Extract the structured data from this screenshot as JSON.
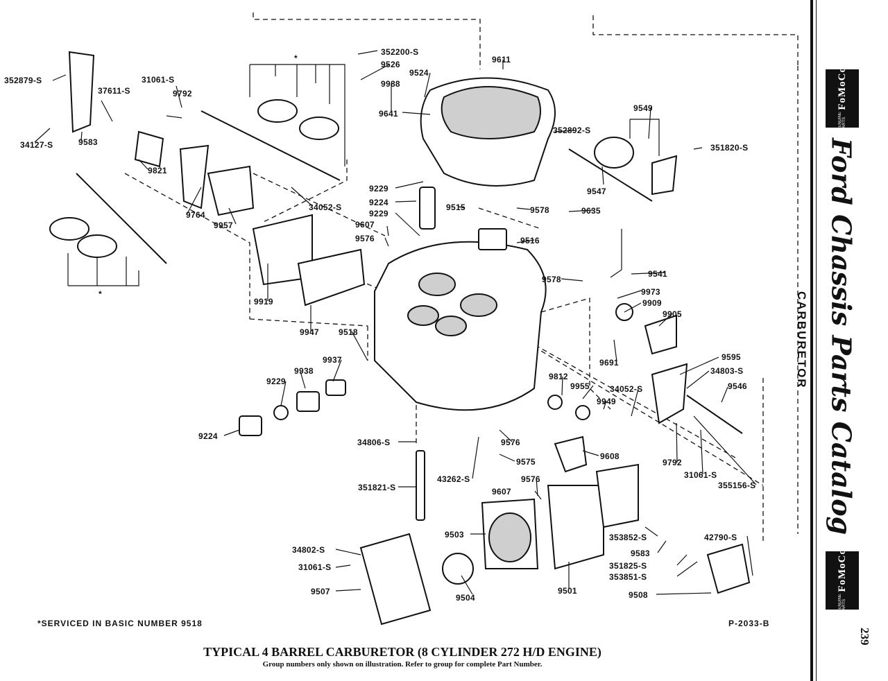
{
  "title": "TYPICAL 4 BARREL CARBURETOR (8 CYLINDER 272 H/D ENGINE)",
  "subtitle": "Group numbers only shown on illustration. Refer to group for complete Part Number.",
  "footnote": "*SERVICED IN BASIC NUMBER 9518",
  "plate_id": "P-2033-B",
  "page_number": "239",
  "side_section": "CARBURETOR",
  "catalog_name": "Ford Chassis Parts Catalog",
  "logo": {
    "brand": "FoMoCo",
    "tagline": "GENUINE PARTS"
  },
  "asterisk": "*",
  "labels": [
    {
      "id": "l1",
      "text": "352879-S"
    },
    {
      "id": "l2",
      "text": "37611-S"
    },
    {
      "id": "l3",
      "text": "31061-S"
    },
    {
      "id": "l4",
      "text": "9792"
    },
    {
      "id": "l5",
      "text": "34127-S"
    },
    {
      "id": "l6",
      "text": "9583"
    },
    {
      "id": "l7",
      "text": "9821"
    },
    {
      "id": "l8",
      "text": "9764"
    },
    {
      "id": "l9",
      "text": "9957"
    },
    {
      "id": "l10",
      "text": "34052-S"
    },
    {
      "id": "l11",
      "text": "9919"
    },
    {
      "id": "l12",
      "text": "9947"
    },
    {
      "id": "l13",
      "text": "352200-S"
    },
    {
      "id": "l14",
      "text": "9526"
    },
    {
      "id": "l15",
      "text": "9524"
    },
    {
      "id": "l16",
      "text": "9988"
    },
    {
      "id": "l17",
      "text": "9611"
    },
    {
      "id": "l18",
      "text": "9641"
    },
    {
      "id": "l19",
      "text": "352892-S"
    },
    {
      "id": "l20",
      "text": "9549"
    },
    {
      "id": "l21",
      "text": "351820-S"
    },
    {
      "id": "l22",
      "text": "9547"
    },
    {
      "id": "l23",
      "text": "9229"
    },
    {
      "id": "l24",
      "text": "9224"
    },
    {
      "id": "l25",
      "text": "9229"
    },
    {
      "id": "l26",
      "text": "9515"
    },
    {
      "id": "l27",
      "text": "9578"
    },
    {
      "id": "l28",
      "text": "9635"
    },
    {
      "id": "l29",
      "text": "9607"
    },
    {
      "id": "l30",
      "text": "9576"
    },
    {
      "id": "l31",
      "text": "9516"
    },
    {
      "id": "l32",
      "text": "9578"
    },
    {
      "id": "l33",
      "text": "9541"
    },
    {
      "id": "l34",
      "text": "9973"
    },
    {
      "id": "l35",
      "text": "9909"
    },
    {
      "id": "l36",
      "text": "9905"
    },
    {
      "id": "l37",
      "text": "9518"
    },
    {
      "id": "l38",
      "text": "9691"
    },
    {
      "id": "l39",
      "text": "9595"
    },
    {
      "id": "l40",
      "text": "34803-S"
    },
    {
      "id": "l41",
      "text": "9546"
    },
    {
      "id": "l42",
      "text": "9937"
    },
    {
      "id": "l43",
      "text": "9938"
    },
    {
      "id": "l44",
      "text": "9229"
    },
    {
      "id": "l45",
      "text": "9812"
    },
    {
      "id": "l46",
      "text": "9955"
    },
    {
      "id": "l47",
      "text": "34052-S"
    },
    {
      "id": "l48",
      "text": "9949"
    },
    {
      "id": "l49",
      "text": "9224"
    },
    {
      "id": "l50",
      "text": "34806-S"
    },
    {
      "id": "l51",
      "text": "9576"
    },
    {
      "id": "l52",
      "text": "9575"
    },
    {
      "id": "l53",
      "text": "9608"
    },
    {
      "id": "l54",
      "text": "9792"
    },
    {
      "id": "l55",
      "text": "31061-S"
    },
    {
      "id": "l56",
      "text": "355156-S"
    },
    {
      "id": "l57",
      "text": "351821-S"
    },
    {
      "id": "l58",
      "text": "43262-S"
    },
    {
      "id": "l59",
      "text": "9576"
    },
    {
      "id": "l60",
      "text": "9607"
    },
    {
      "id": "l61",
      "text": "9503"
    },
    {
      "id": "l62",
      "text": "353852-S"
    },
    {
      "id": "l63",
      "text": "42790-S"
    },
    {
      "id": "l64",
      "text": "9583"
    },
    {
      "id": "l65",
      "text": "34802-S"
    },
    {
      "id": "l66",
      "text": "351825-S"
    },
    {
      "id": "l67",
      "text": "31061-S"
    },
    {
      "id": "l68",
      "text": "353851-S"
    },
    {
      "id": "l69",
      "text": "9507"
    },
    {
      "id": "l70",
      "text": "9504"
    },
    {
      "id": "l71",
      "text": "9501"
    },
    {
      "id": "l72",
      "text": "9508"
    }
  ]
}
